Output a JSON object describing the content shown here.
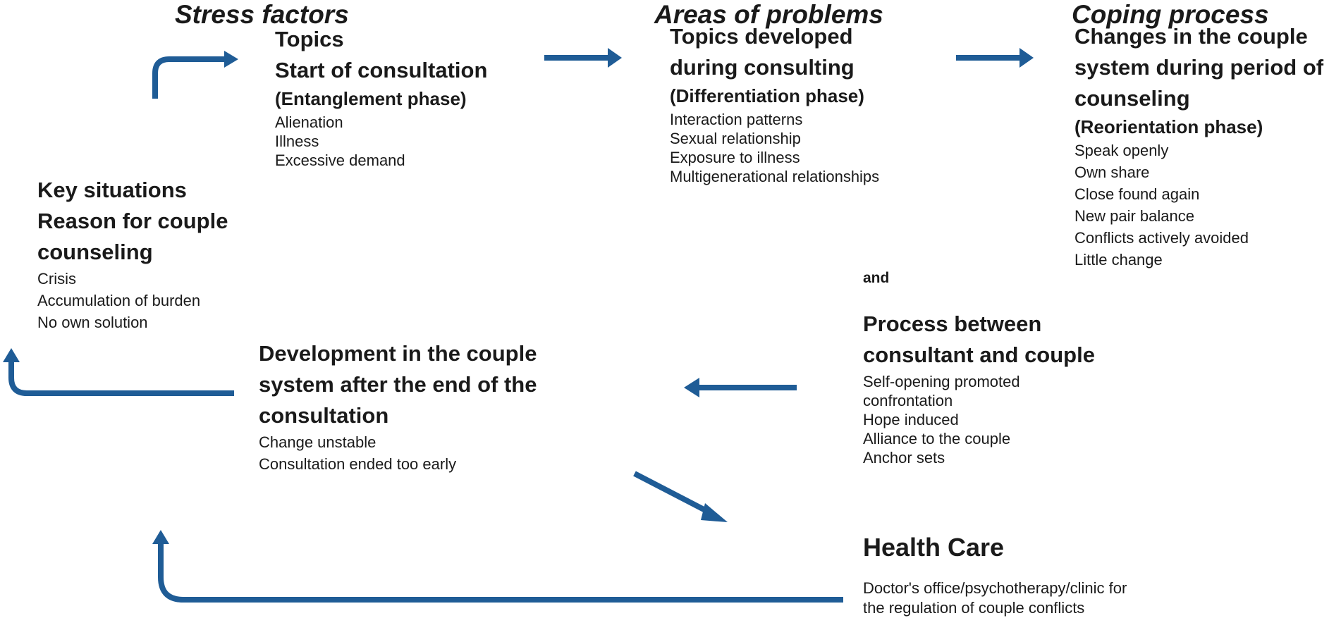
{
  "headers": {
    "stress": "Stress factors",
    "areas": "Areas of problems",
    "coping": "Coping process"
  },
  "topics": {
    "lines": [
      "Topics",
      "Start of consultation"
    ],
    "phase": "(Entanglement phase)",
    "items": [
      "Alienation",
      "Illness",
      "Excessive demand"
    ]
  },
  "developed": {
    "lines": [
      "Topics developed",
      "during consulting"
    ],
    "phase": "(Differentiation phase)",
    "items": [
      "Interaction patterns",
      "Sexual relationship",
      "Exposure to illness",
      "Multigenerational relationships"
    ]
  },
  "changes": {
    "lines": [
      "Changes in the couple",
      "system during period of",
      "counseling"
    ],
    "phase": "(Reorientation phase)",
    "items": [
      "Speak openly",
      "Own share",
      "Close found again",
      "New pair balance",
      "Conflicts actively avoided",
      "Little change"
    ]
  },
  "key": {
    "lines": [
      "Key situations",
      "Reason for couple",
      "counseling"
    ],
    "items": [
      "Crisis",
      "Accumulation of burden",
      "No own solution"
    ]
  },
  "and_label": "and",
  "process": {
    "lines": [
      "Process between",
      "consultant and couple"
    ],
    "items": [
      "Self-opening promoted",
      "confrontation",
      "Hope induced",
      "Alliance to the couple",
      "Anchor sets"
    ]
  },
  "development": {
    "lines": [
      "Development in the couple",
      "system after the end of the",
      "consultation"
    ],
    "items": [
      "Change unstable",
      "Consultation ended too early"
    ]
  },
  "health": {
    "title": "Health Care",
    "items": [
      "Doctor's office/psychotherapy/clinic for",
      "the regulation of couple conflicts"
    ]
  },
  "colors": {
    "arrow": "#1f5c96",
    "text": "#1a1a1a"
  }
}
